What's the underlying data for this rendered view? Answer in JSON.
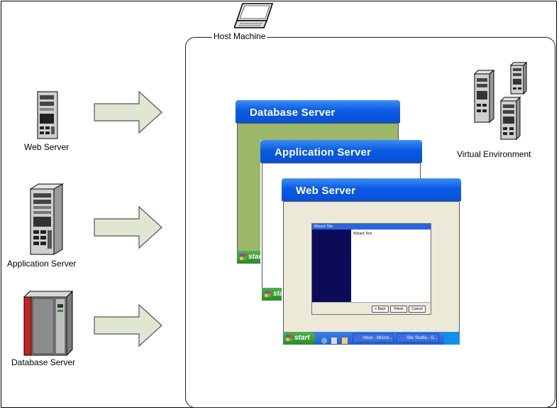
{
  "host_machine": {
    "title": "Host Machine",
    "icon": "laptop-icon"
  },
  "physical_servers": [
    {
      "label": "Web Server",
      "icon": "tower-server-small-icon"
    },
    {
      "label": "Application Server",
      "icon": "tower-server-large-icon"
    },
    {
      "label": "Database Server",
      "icon": "mainframe-icon"
    }
  ],
  "virtual_environment": {
    "label": "Virtual Environment",
    "icon": "server-cluster-icon"
  },
  "vm_windows": [
    {
      "title": "Database Server",
      "body_color": "#9bb86a"
    },
    {
      "title": "Application Server",
      "body_color": "#ffffff"
    },
    {
      "title": "Web Server",
      "body_color": "#ece9d8"
    }
  ],
  "taskbar": {
    "start_label": "start",
    "tasks": [
      "Inbox - Micros...",
      "Site Studio - D..."
    ]
  },
  "wizard": {
    "title": "Wizard Title",
    "text": "Wizard Text",
    "buttons": [
      "< Back",
      "Finish",
      "Cancel"
    ]
  },
  "colors": {
    "titlebar": "#0a5be4",
    "arrow_fill": "#dfe6d2",
    "arrow_stroke": "#555555",
    "wizard_sidebar": "#0b0b58"
  }
}
